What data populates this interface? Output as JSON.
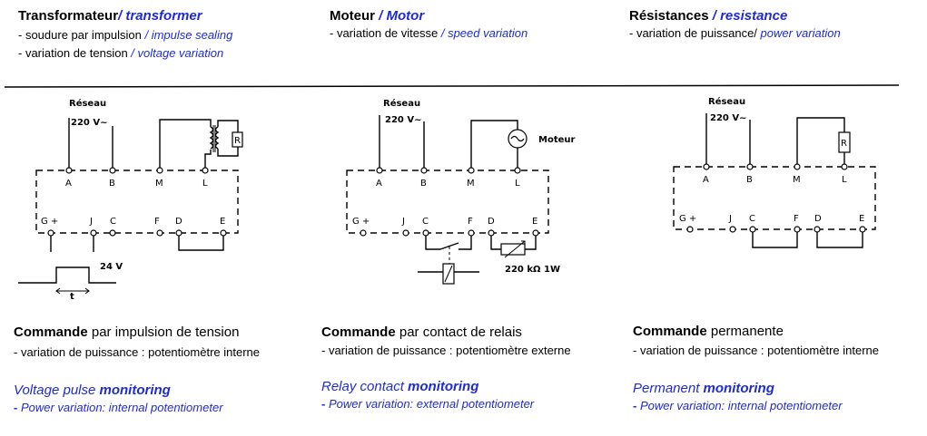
{
  "columns": [
    {
      "title_fr": "Transformateur",
      "title_en": "/ transformer",
      "items": [
        {
          "fr": "- soudure par impulsion",
          "en": " / impulse sealing"
        },
        {
          "fr": "- variation de tension",
          "en": " / voltage variation"
        }
      ]
    },
    {
      "title_fr": "Moteur",
      "title_en": " / Motor",
      "items": [
        {
          "fr": "- variation de vitesse",
          "en": " / speed variation"
        }
      ]
    },
    {
      "title_fr": "Résistances",
      "title_en": " / resistance",
      "items": [
        {
          "fr": "- variation de puissance/",
          "en": " power variation"
        }
      ]
    }
  ],
  "diagram_labels": {
    "network": "Réseau",
    "voltage": "220 V~",
    "terminals_top": [
      "A",
      "B",
      "M",
      "L"
    ],
    "terminals_bottom": [
      "G +",
      "J",
      "C",
      "F",
      "D",
      "E"
    ],
    "resistor": "R",
    "motor": "Moteur",
    "pulse_voltage": "24 V",
    "pulse_time": "t",
    "potentiometer": "220 kΩ  1W"
  },
  "modes": [
    {
      "cmd_bold": "Commande",
      "cmd_rest": " par impulsion de tension",
      "cmd_sub": "- variation de puissance : potentiomètre interne",
      "en_plain": "Voltage pulse ",
      "en_bold": "monitoring",
      "en_sub_dash": "-",
      "en_sub": " Power variation: internal potentiometer"
    },
    {
      "cmd_bold": "Commande",
      "cmd_rest": " par contact de relais",
      "cmd_sub": "- variation de puissance : potentiomètre externe",
      "en_plain": "Relay contact ",
      "en_bold": "monitoring",
      "en_sub_dash": "-",
      "en_sub": " Power variation: external potentiometer"
    },
    {
      "cmd_bold": "Commande",
      "cmd_rest": " permanente",
      "cmd_sub": "- variation de puissance : potentiomètre interne",
      "en_plain": "Permanent ",
      "en_bold": "monitoring",
      "en_sub_dash": "-",
      "en_sub": " Power variation: internal potentiometer"
    }
  ],
  "colors": {
    "accent": "#1f2bd0",
    "text": "#000000"
  }
}
